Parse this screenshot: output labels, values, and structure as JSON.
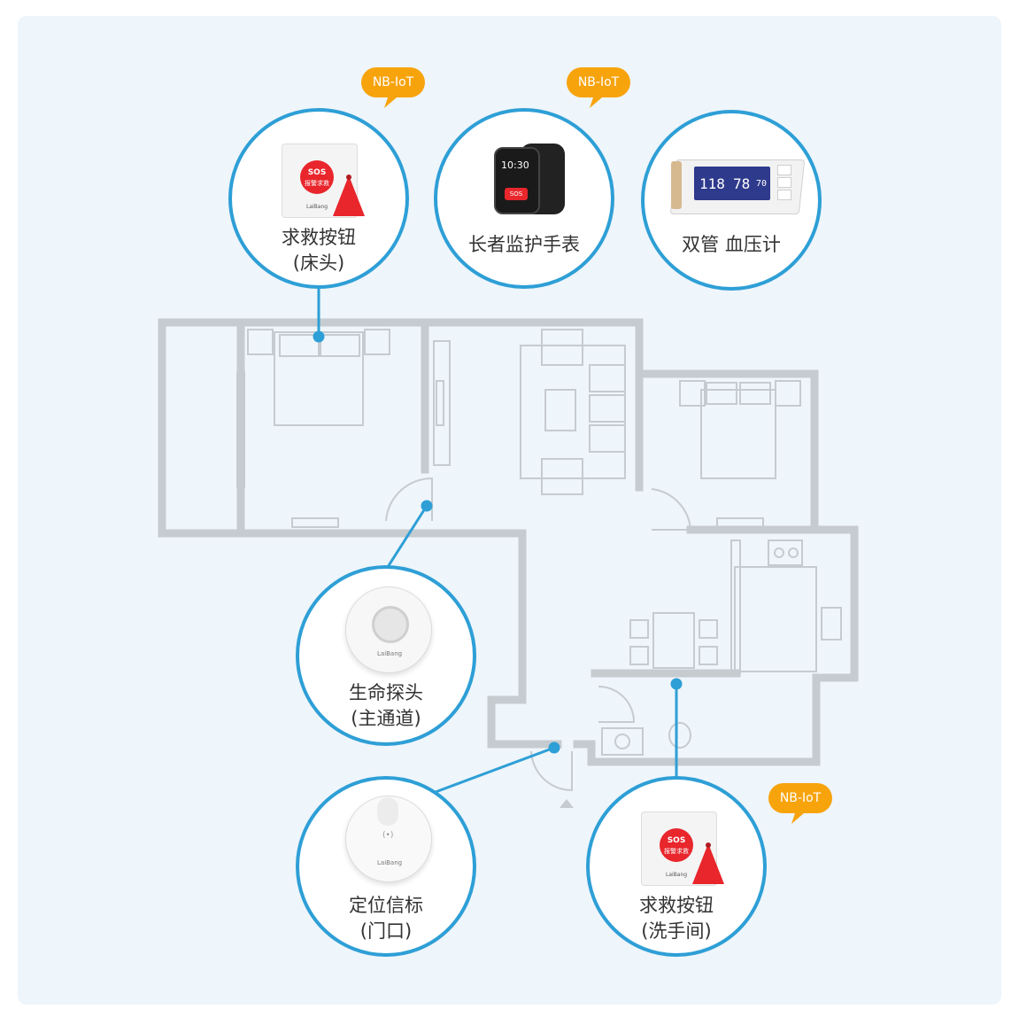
{
  "colors": {
    "accent": "#2e9fd6",
    "badge": "#f7a30c",
    "wall": "#c6cbd0",
    "sos": "#e8262c"
  },
  "badge_text": "NB-IoT",
  "devices": {
    "sos_bed": {
      "line1": "求救按钮",
      "line2": "(床头)",
      "sos": "SOS",
      "sos_sub": "报警求救",
      "brand": "LaiBang"
    },
    "watch": {
      "line1": "长者监护手表",
      "time": "10:30",
      "sos": "SOS"
    },
    "bp": {
      "line1": "双管 血压计",
      "reading1": "118",
      "reading2": "78",
      "reading3": "70"
    },
    "sensor": {
      "line1": "生命探头",
      "line2": "(主通道)",
      "brand": "LaiBang"
    },
    "beacon": {
      "line1": "定位信标",
      "line2": "(门口)",
      "brand": "LaiBang"
    },
    "sos_wc": {
      "line1": "求救按钮",
      "line2": "(洗手间)",
      "sos": "SOS",
      "sos_sub": "报警求救",
      "brand": "LaiBang"
    }
  }
}
